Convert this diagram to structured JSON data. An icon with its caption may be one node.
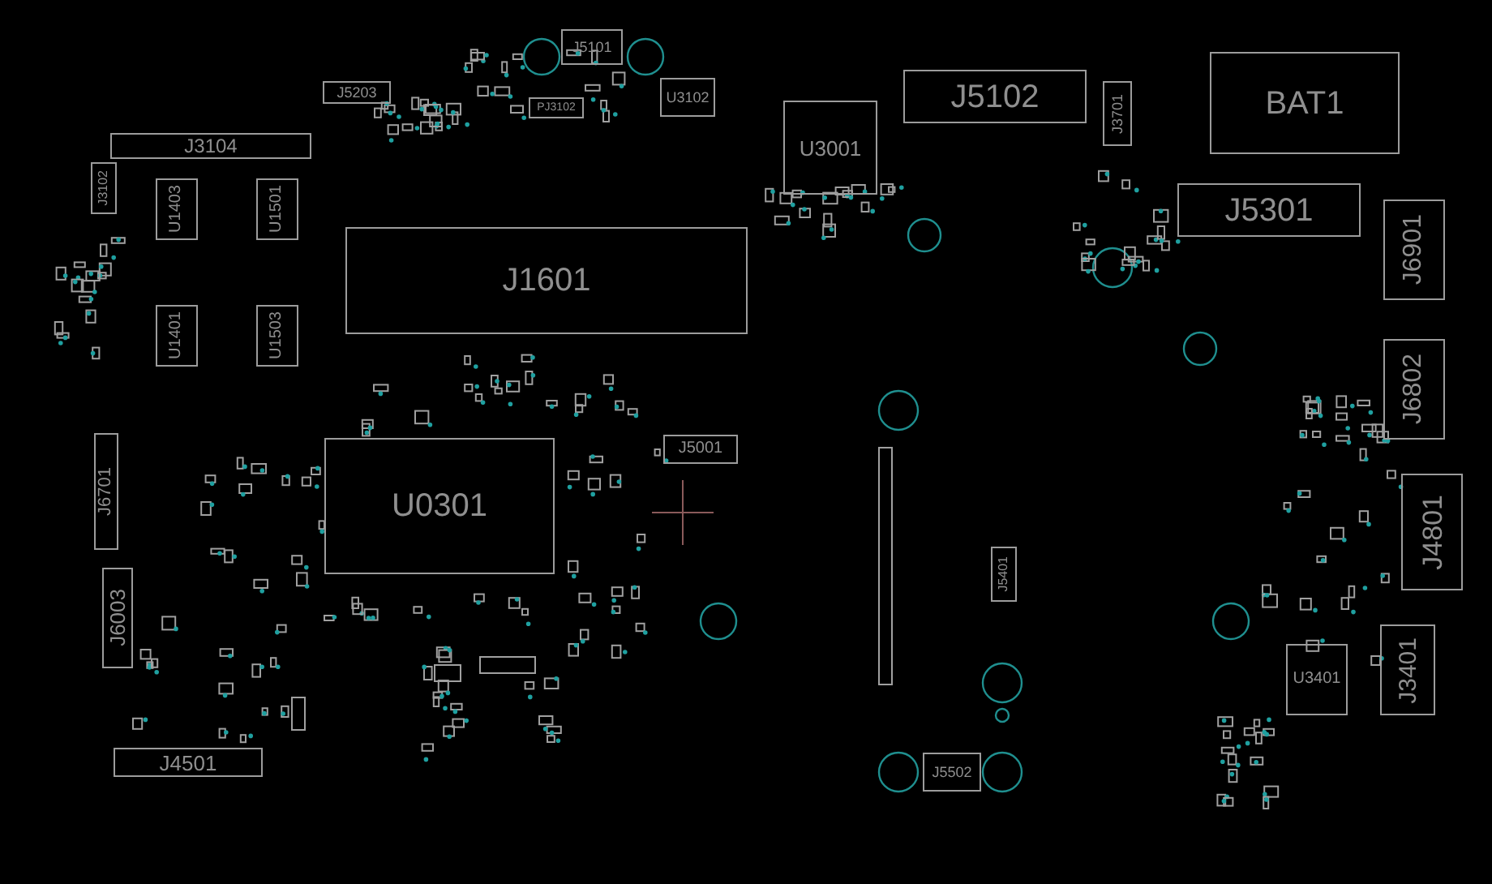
{
  "diagram": {
    "nodes": [
      {
        "text": [
          "J5101"
        ]
      },
      {
        "text": [
          "J5203"
        ]
      },
      {
        "text": [
          "PJ3102"
        ]
      },
      {
        "text": [
          "U3102"
        ]
      },
      {
        "text": [
          "J3104"
        ]
      },
      {
        "text": [
          "J3102"
        ]
      },
      {
        "text": [
          "U1403"
        ]
      },
      {
        "text": [
          "U1501"
        ]
      },
      {
        "text": [
          "U1401"
        ]
      },
      {
        "text": [
          "U1503"
        ]
      },
      {
        "text": [
          "J1601"
        ]
      },
      {
        "text": [
          "U3001"
        ]
      },
      {
        "text": [
          "J5102"
        ]
      },
      {
        "text": [
          "J3701"
        ]
      },
      {
        "text": [
          "BAT1"
        ]
      },
      {
        "text": [
          "J5301"
        ]
      },
      {
        "text": [
          "J6901"
        ]
      },
      {
        "text": [
          "J6802"
        ]
      },
      {
        "text": [
          "J6701"
        ]
      },
      {
        "text": [
          "U0301"
        ]
      },
      {
        "text": [
          "J5001"
        ]
      },
      {
        "text": [
          "J4801"
        ]
      },
      {
        "text": [
          "J6003"
        ]
      },
      {
        "text": [
          "J5401"
        ]
      },
      {
        "text": [
          "U3401"
        ]
      },
      {
        "text": [
          "J3401"
        ]
      },
      {
        "text": [
          "J4501"
        ]
      },
      {
        "text": [
          "J5502"
        ]
      }
    ]
  }
}
